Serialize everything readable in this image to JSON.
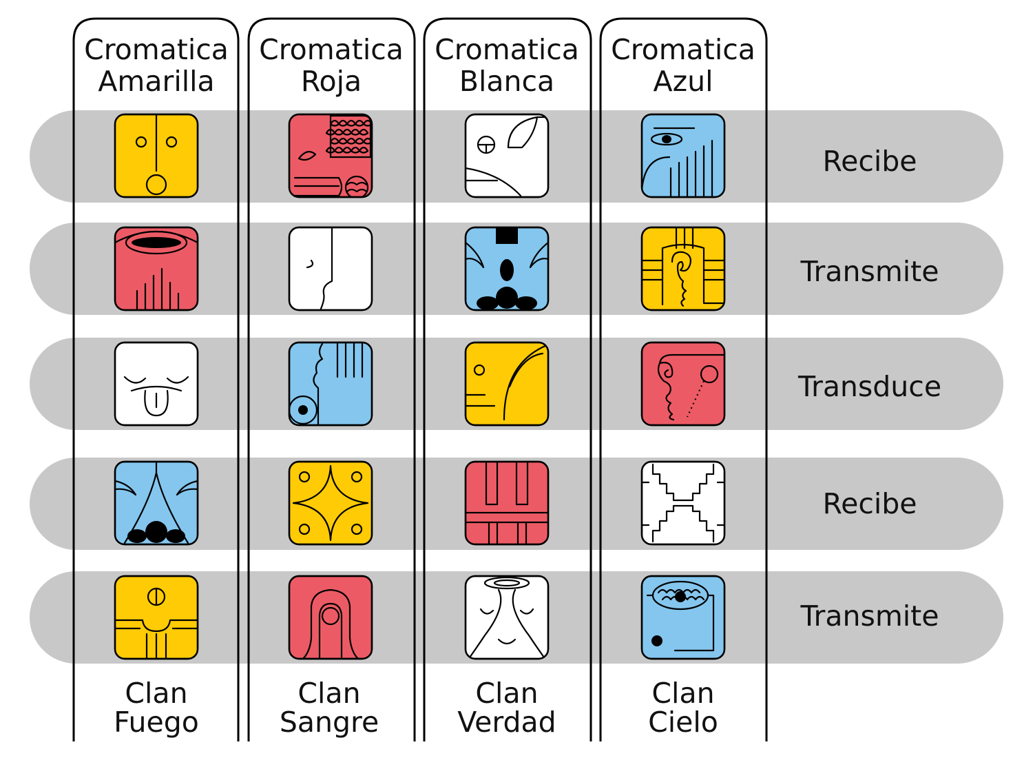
{
  "colors": {
    "band": "#c8c8c8",
    "yellow": "#ffcb05",
    "red": "#ec5b65",
    "white": "#ffffff",
    "blue": "#84c6ee",
    "outline": "#000000"
  },
  "columns": [
    {
      "title_line1": "Cromatica",
      "title_line2": "Amarilla",
      "clan_line1": "Clan",
      "clan_line2": "Fuego"
    },
    {
      "title_line1": "Cromatica",
      "title_line2": "Roja",
      "clan_line1": "Clan",
      "clan_line2": "Sangre"
    },
    {
      "title_line1": "Cromatica",
      "title_line2": "Blanca",
      "clan_line1": "Clan",
      "clan_line2": "Verdad"
    },
    {
      "title_line1": "Cromatica",
      "title_line2": "Azul",
      "clan_line1": "Clan",
      "clan_line2": "Cielo"
    }
  ],
  "rows": [
    {
      "label": "Recibe"
    },
    {
      "label": "Transmite"
    },
    {
      "label": "Transduce"
    },
    {
      "label": "Recibe"
    },
    {
      "label": "Transmite"
    }
  ],
  "glyphs": [
    [
      {
        "name": "yellow-face-glyph",
        "color": "yellow"
      },
      {
        "name": "red-scales-glyph",
        "color": "red"
      },
      {
        "name": "white-wind-glyph",
        "color": "white"
      },
      {
        "name": "blue-eye-glyph",
        "color": "blue"
      }
    ],
    [
      {
        "name": "red-mouth-glyph",
        "color": "red"
      },
      {
        "name": "white-profile-glyph",
        "color": "white"
      },
      {
        "name": "blue-nose-glyph",
        "color": "blue"
      },
      {
        "name": "yellow-spiral-glyph",
        "color": "yellow"
      }
    ],
    [
      {
        "name": "white-tongue-glyph",
        "color": "white"
      },
      {
        "name": "blue-hand-glyph",
        "color": "blue"
      },
      {
        "name": "yellow-leaf-glyph",
        "color": "yellow"
      },
      {
        "name": "red-monkey-glyph",
        "color": "red"
      }
    ],
    [
      {
        "name": "blue-leaf-nose-glyph",
        "color": "blue"
      },
      {
        "name": "yellow-star-glyph",
        "color": "yellow"
      },
      {
        "name": "red-pillars-glyph",
        "color": "red"
      },
      {
        "name": "white-steps-glyph",
        "color": "white"
      }
    ],
    [
      {
        "name": "yellow-temple-glyph",
        "color": "yellow"
      },
      {
        "name": "red-arch-glyph",
        "color": "red"
      },
      {
        "name": "white-sleeping-face-glyph",
        "color": "white"
      },
      {
        "name": "blue-storm-glyph",
        "color": "blue"
      }
    ]
  ]
}
